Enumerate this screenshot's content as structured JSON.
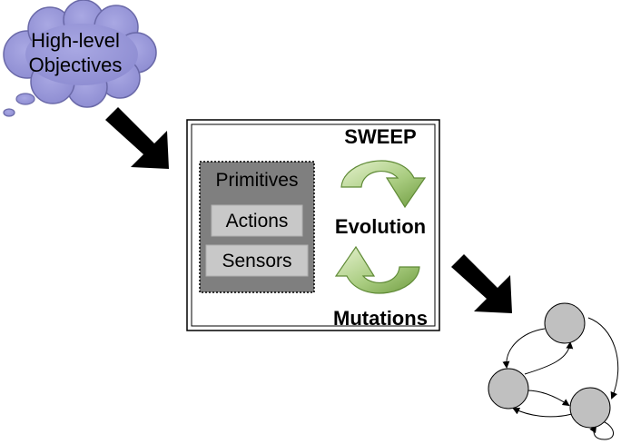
{
  "objectives": {
    "line1": "High-level",
    "line2": "Objectives"
  },
  "sweep": {
    "title": "SWEEP",
    "evolution": "Evolution",
    "mutations": "Mutations"
  },
  "primitives": {
    "title": "Primitives",
    "items": [
      "Actions",
      "Sensors"
    ]
  },
  "colors": {
    "cloud_fill": "#9c9bd9",
    "cloud_stroke": "#6a69a8",
    "primitives_fill": "#7f7f7f",
    "item_fill": "#c8c8c8",
    "cycle_arrow_light": "#d6e9b6",
    "cycle_arrow_dark": "#7aa84a",
    "state_node_fill": "#c0c0c0"
  }
}
